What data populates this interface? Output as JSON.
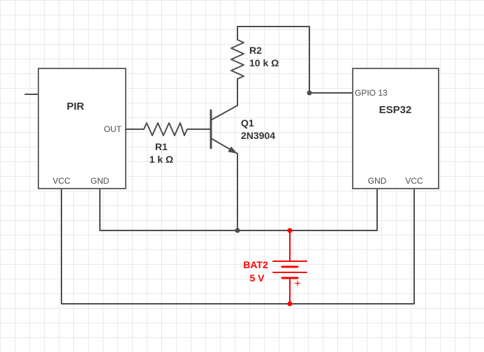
{
  "diagram": {
    "type": "circuit-schematic",
    "colors": {
      "wire": "#4d4d4d",
      "component_stroke": "#666666",
      "text": "#333333",
      "pin_text": "#4a4a4a",
      "battery": "#ff0000",
      "grid": "#e9e9e9",
      "background": "#ffffff"
    },
    "pir": {
      "title": "PIR",
      "pin_out": "OUT",
      "pin_vcc": "VCC",
      "pin_gnd": "GND"
    },
    "esp32": {
      "title": "ESP32",
      "pin_gpio": "GPIO 13",
      "pin_gnd": "GND",
      "pin_vcc": "VCC"
    },
    "r1": {
      "ref": "R1",
      "value": "1 k Ω"
    },
    "r2": {
      "ref": "R2",
      "value": "10 k Ω"
    },
    "q1": {
      "ref": "Q1",
      "part": "2N3904"
    },
    "bat2": {
      "ref": "BAT2",
      "value": "5 V",
      "plus_sign": "+"
    }
  }
}
